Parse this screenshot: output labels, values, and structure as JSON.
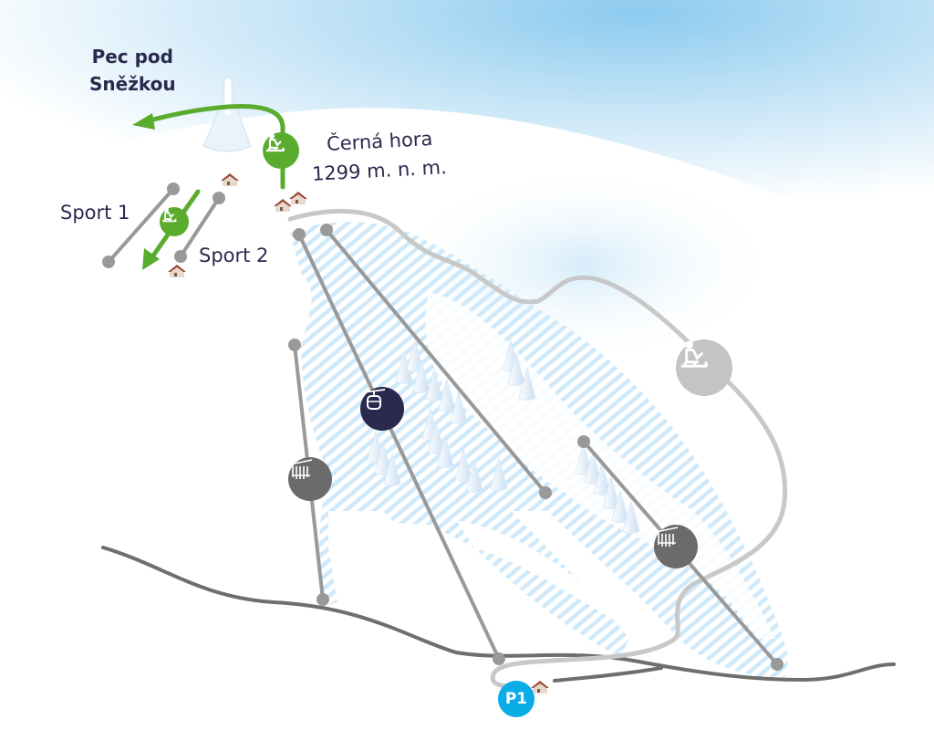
{
  "labels": {
    "destination": [
      "Pec pod",
      "Sněžkou"
    ],
    "peak_name": "Černá hora",
    "peak_elevation": "1299 m. n. m.",
    "sport1": "Sport 1",
    "sport2": "Sport 2",
    "parking": "P1"
  },
  "icons": {
    "sled_route_green": "sledge-icon",
    "sled_route_gray": "sledge-icon",
    "gondola": "gondola-icon",
    "chairlift": "chairlift-icon",
    "parking": "parking-icon"
  },
  "colors": {
    "sky": "#a9d6f0",
    "piste_hatch": "#cfe9fa",
    "lift": "#999999",
    "road": "#6e6e6e",
    "sled_track": "#c8c8c8",
    "green_route": "#5aac2e",
    "gondola_badge": "#2a2a4e",
    "chairlift_badge": "#6b6b6b",
    "parking": "#0aace6"
  }
}
